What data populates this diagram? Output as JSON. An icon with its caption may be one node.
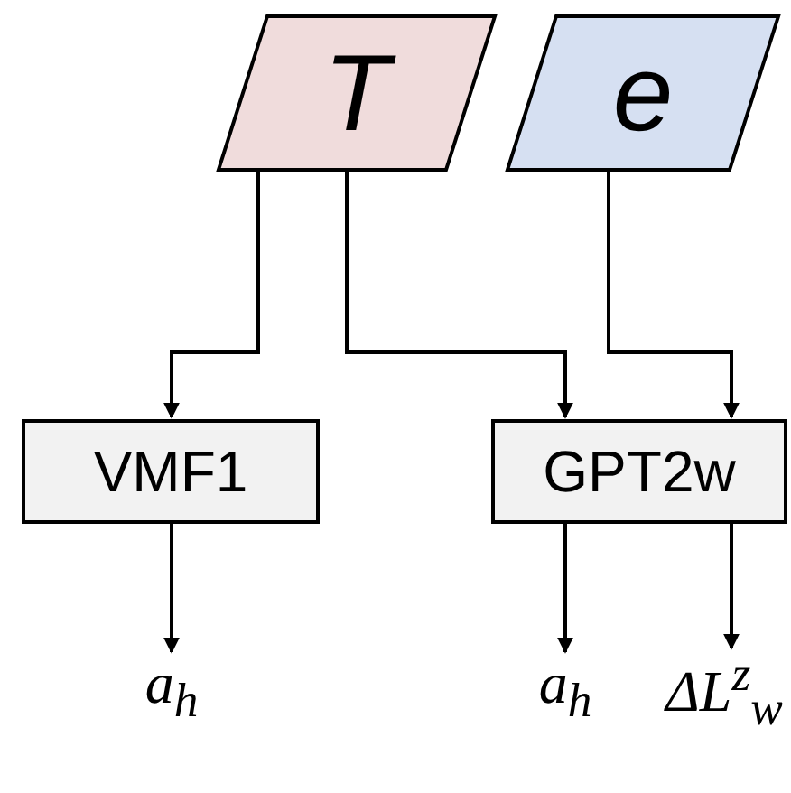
{
  "diagram": {
    "nodes": [
      {
        "text": [
          "T"
        ]
      },
      {
        "text": [
          "e"
        ]
      },
      {
        "text": [
          "VMF1"
        ]
      },
      {
        "text": [
          "GPT2w"
        ]
      },
      {
        "text": [
          "a$_{h}$"
        ]
      },
      {
        "text": [
          "a$_{h}$"
        ]
      },
      {
        "text": [
          "ΔL$^{z}$$_{w}$"
        ]
      }
    ],
    "edges": [
      {
        "from": 0,
        "to": 2,
        "arrow": "to"
      },
      {
        "from": 0,
        "to": 3,
        "arrow": "to"
      },
      {
        "from": 1,
        "to": 3,
        "arrow": "to"
      },
      {
        "from": 2,
        "to": 4,
        "arrow": "to"
      },
      {
        "from": 3,
        "to": 5,
        "arrow": "to"
      },
      {
        "from": 3,
        "to": 6,
        "arrow": "to"
      }
    ]
  }
}
